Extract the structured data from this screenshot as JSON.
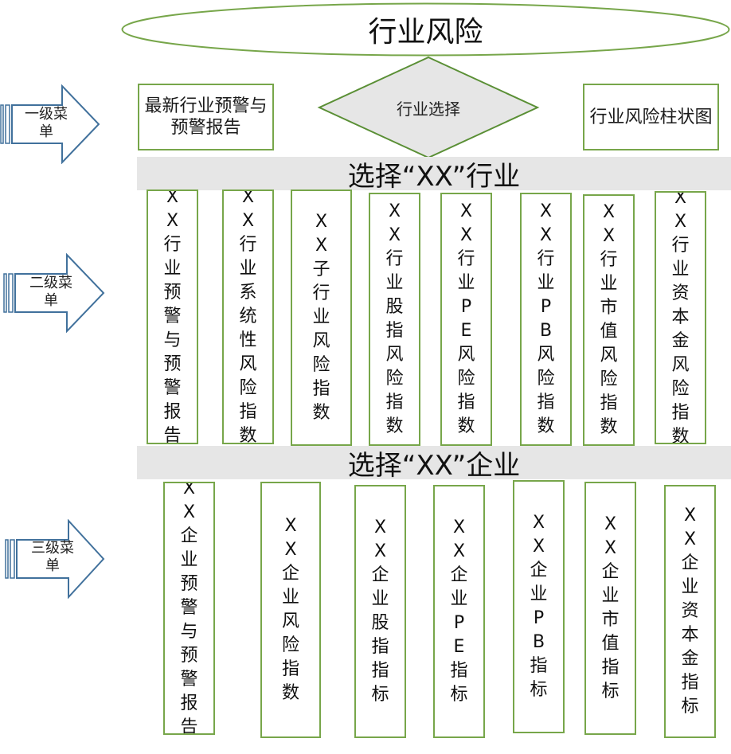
{
  "title": "行业风险",
  "menu_levels": [
    "一级菜单",
    "二级菜单",
    "三级菜单"
  ],
  "level1": {
    "left": "最新行业预警与预警报告",
    "center": "行业选择",
    "right": "行业风险柱状图"
  },
  "band_industry": "选择“XX”行业",
  "level2_items": [
    "XX行业预警与预警报告",
    "XX行业系统性风险指数",
    "XX子行业风险指数",
    "XX行业股指风险指数",
    "XX行业PE风险指数",
    "XX行业PB风险指数",
    "XX行业市值风险指数",
    "XX行业资本金风险指数"
  ],
  "band_company": "选择“XX”企业",
  "level3_items": [
    "XX企业预警与预警报告",
    "XX企业风险指数",
    "XX企业股指指标",
    "XX企业PE指标",
    "XX企业PB指标",
    "XX企业市值指标",
    "XX企业资本金指标"
  ],
  "colors": {
    "box_border": "#77a64a",
    "arrow": "#41719c",
    "diamond_fill": "#e6e6e6",
    "band_fill": "#e6e6e6"
  }
}
